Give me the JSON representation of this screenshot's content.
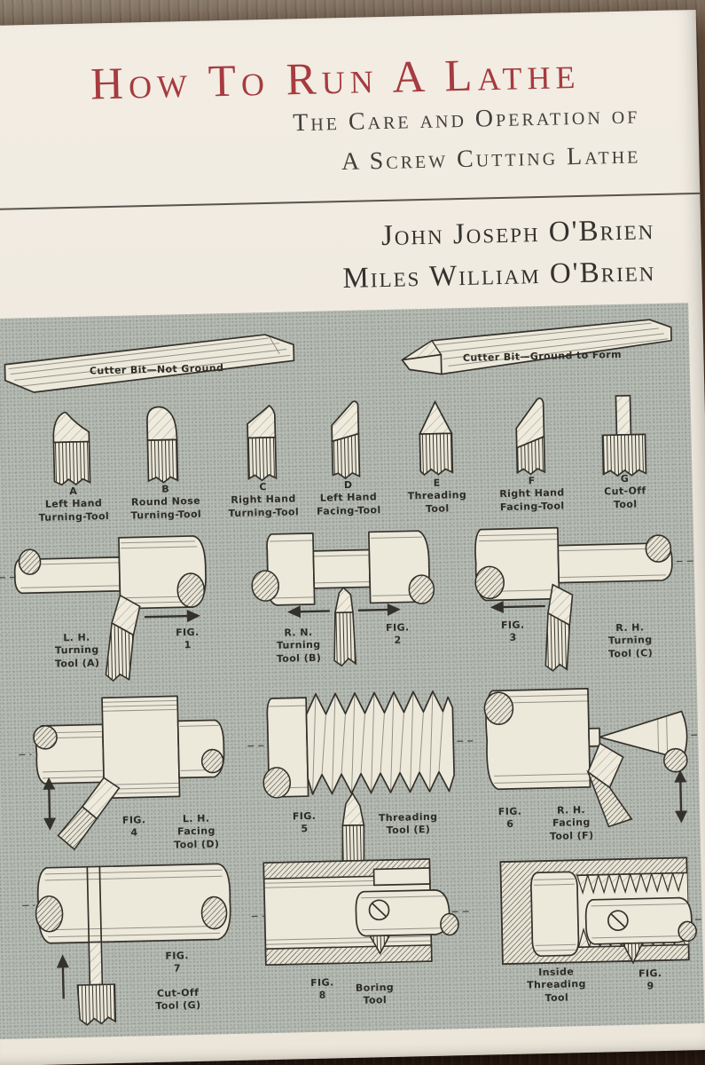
{
  "cover": {
    "title": "How To Run A Lathe",
    "subtitle": [
      "The Care and Operation of",
      "A Screw Cutting Lathe"
    ],
    "authors": [
      "John Joseph O'Brien",
      "Miles William O'Brien"
    ],
    "colors": {
      "title_red": "#a63b40",
      "cover_cream": "#f0ebe1",
      "panel_gray": "#b6bbb4",
      "ink": "#2d2b26"
    }
  },
  "diagram": {
    "cutter_bits": [
      {
        "label": "Cutter Bit—Not Ground"
      },
      {
        "label": "Cutter Bit—Ground to Form"
      }
    ],
    "tools": [
      {
        "letter": "A",
        "name": [
          "Left Hand",
          "Turning-Tool"
        ]
      },
      {
        "letter": "B",
        "name": [
          "Round Nose",
          "Turning-Tool"
        ]
      },
      {
        "letter": "C",
        "name": [
          "Right Hand",
          "Turning-Tool"
        ]
      },
      {
        "letter": "D",
        "name": [
          "Left Hand",
          "Facing-Tool"
        ]
      },
      {
        "letter": "E",
        "name": [
          "Threading",
          "Tool"
        ]
      },
      {
        "letter": "F",
        "name": [
          "Right Hand",
          "Facing-Tool"
        ]
      },
      {
        "letter": "G",
        "name": [
          "Cut-Off",
          "Tool"
        ]
      }
    ],
    "figures": [
      {
        "fig": "FIG.",
        "num": "1",
        "caption": [
          "L. H.",
          "Turning",
          "Tool (A)"
        ]
      },
      {
        "fig": "FIG.",
        "num": "2",
        "caption": [
          "R. N.",
          "Turning",
          "Tool (B)"
        ]
      },
      {
        "fig": "FIG.",
        "num": "3",
        "caption": [
          "R. H.",
          "Turning",
          "Tool (C)"
        ]
      },
      {
        "fig": "FIG.",
        "num": "4",
        "caption": [
          "L. H.",
          "Facing",
          "Tool (D)"
        ]
      },
      {
        "fig": "FIG.",
        "num": "5",
        "caption": [
          "Threading",
          "Tool (E)"
        ]
      },
      {
        "fig": "FIG.",
        "num": "6",
        "caption": [
          "R. H.",
          "Facing",
          "Tool (F)"
        ]
      },
      {
        "fig": "FIG.",
        "num": "7",
        "caption": [
          "Cut-Off",
          "Tool (G)"
        ]
      },
      {
        "fig": "FIG.",
        "num": "8",
        "caption": [
          "Boring",
          "Tool"
        ]
      },
      {
        "fig": "FIG.",
        "num": "9",
        "caption": [
          "Inside",
          "Threading",
          "Tool"
        ]
      }
    ]
  }
}
